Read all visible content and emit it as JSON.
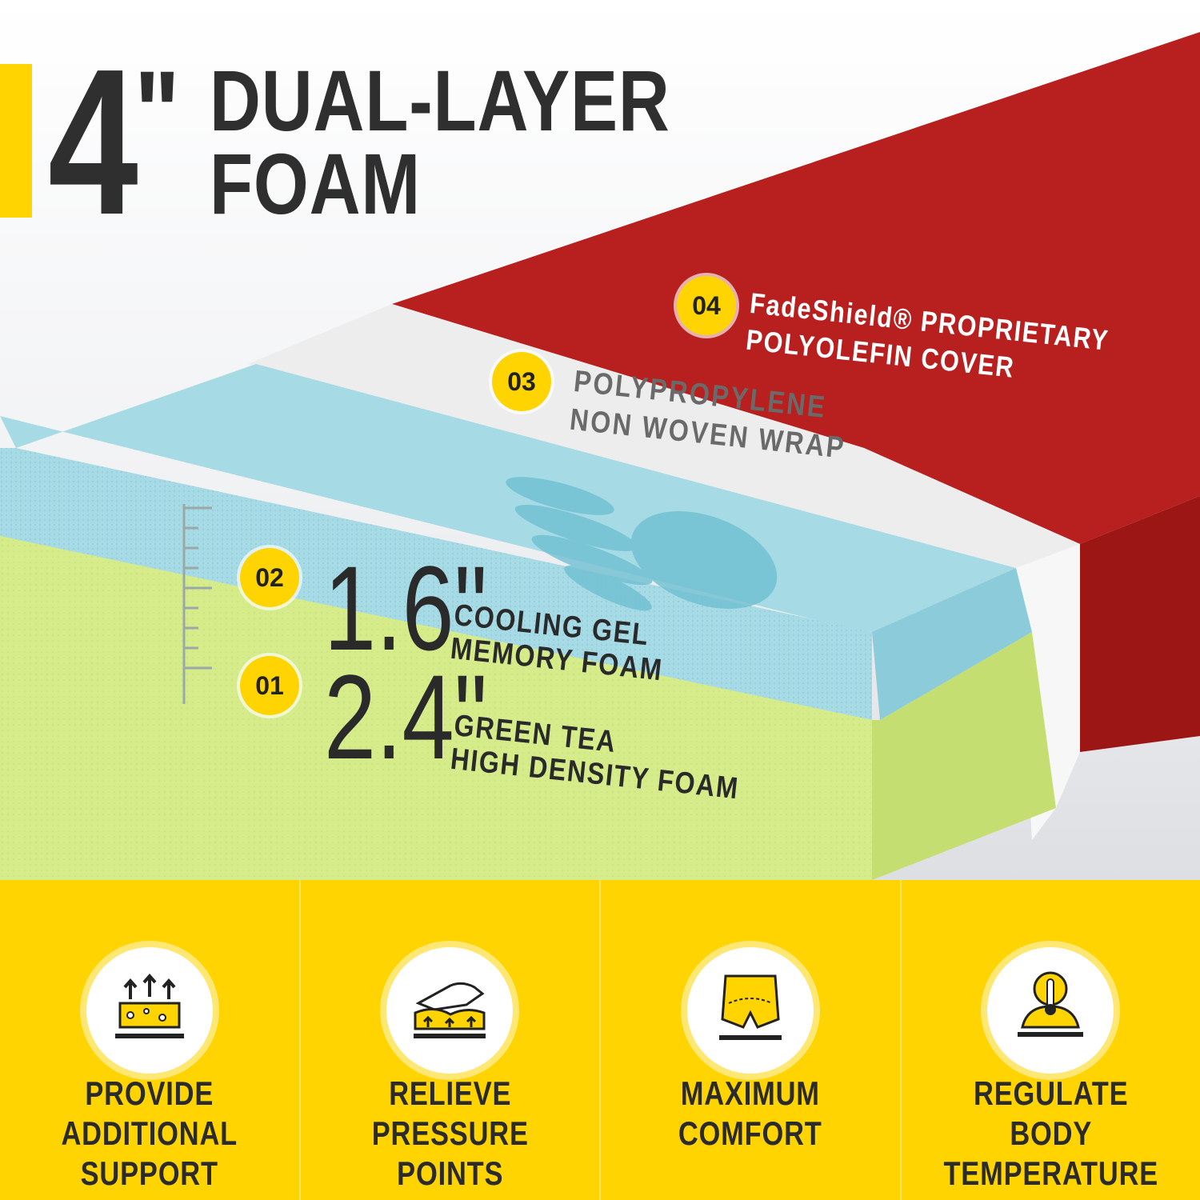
{
  "headline": {
    "number": "4",
    "inch_mark": "\"",
    "line1": "DUAL-LAYER",
    "line2": "FOAM"
  },
  "layers": [
    {
      "badge": "04",
      "line1": "FadeShield® PROPRIETARY",
      "line2": "POLYOLEFIN COVER"
    },
    {
      "badge": "03",
      "line1": "POLYPROPYLENE",
      "line2": "NON WOVEN WRAP"
    },
    {
      "badge": "02",
      "measure": "1.6\"",
      "line1": "COOLING GEL",
      "line2": "MEMORY FOAM"
    },
    {
      "badge": "01",
      "measure": "2.4\"",
      "line1": "GREEN TEA",
      "line2": "HIGH DENSITY FOAM"
    }
  ],
  "features": [
    {
      "icon": "support-arrows-icon",
      "line1": "PROVIDE ADDITIONAL",
      "line2": "SUPPORT"
    },
    {
      "icon": "hand-pressure-icon",
      "line1": "RELIEVE PRESSURE",
      "line2": "POINTS"
    },
    {
      "icon": "body-comfort-icon",
      "line1": "MAXIMUM",
      "line2": "COMFORT"
    },
    {
      "icon": "thermometer-head-icon",
      "line1": "REGULATE BODY",
      "line2": "TEMPERATURE"
    }
  ],
  "colors": {
    "accent": "#ffd400",
    "cover_red": "#b8201f",
    "gel_blue": "#a6dbe6",
    "green_tea": "#d6ec8a",
    "wrap_white": "#eeeeee",
    "text_dark": "#2f2f2f"
  }
}
